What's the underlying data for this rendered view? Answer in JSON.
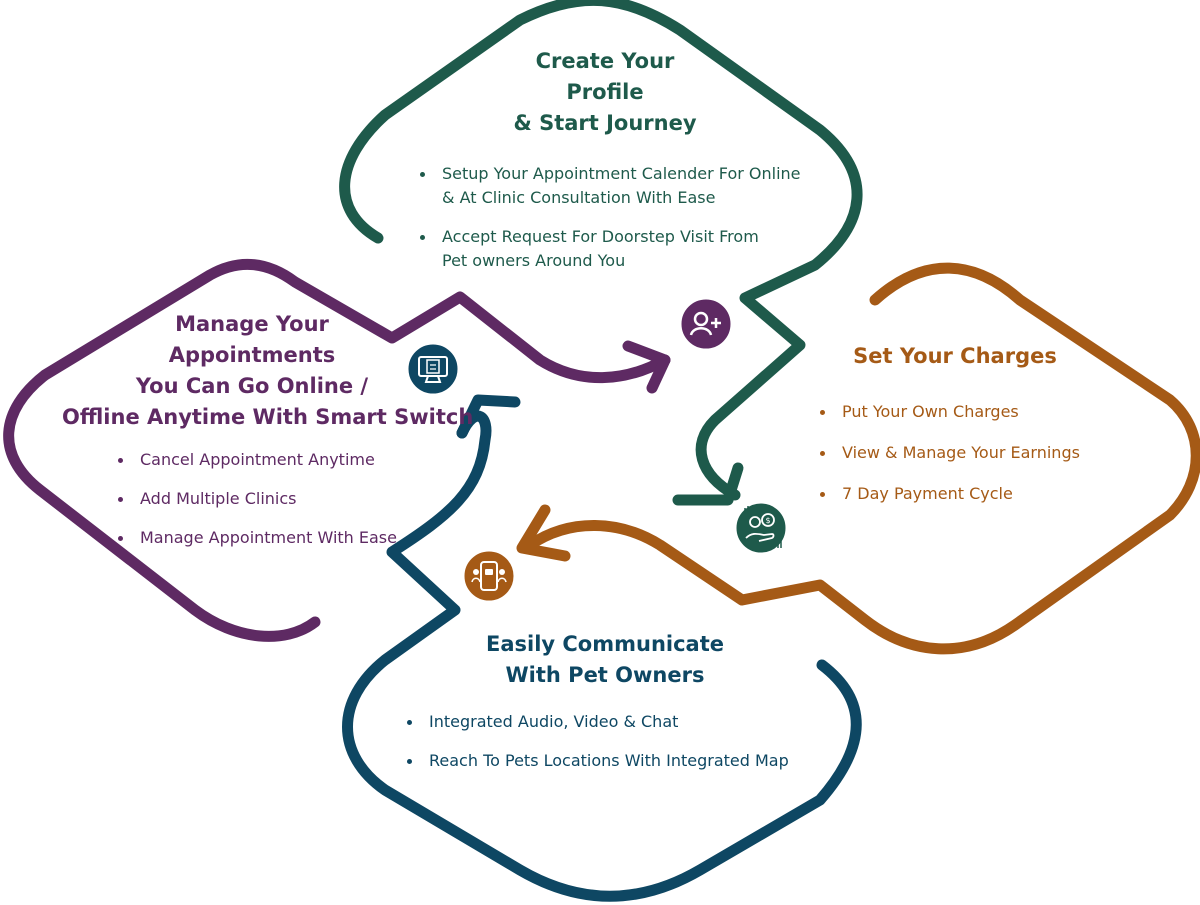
{
  "colors": {
    "green": "#1e5a4b",
    "purple": "#5e2a63",
    "orange": "#a55a16",
    "blue": "#0e4763"
  },
  "profile": {
    "title_lines": [
      "Create Your",
      "Profile",
      "& Start Journey"
    ],
    "bullets": [
      [
        "Setup Your Appointment Calender For Online",
        "& At Clinic Consultation With Ease"
      ],
      [
        "Accept Request For Doorstep Visit From",
        "Pet owners Around You"
      ]
    ],
    "icon": "add-user-icon"
  },
  "appointments": {
    "title_lines": [
      "Manage Your",
      "Appointments",
      "You Can Go Online /",
      "Offline Anytime With Smart Switch"
    ],
    "bullets": [
      "Cancel Appointment Anytime",
      "Add Multiple Clinics",
      "Manage Appointment With Ease"
    ],
    "icon": "monitor-checklist-icon"
  },
  "charges": {
    "title": "Set Your Charges",
    "bullets": [
      "Put Your Own Charges",
      "View & Manage Your Earnings",
      "7 Day Payment Cycle"
    ],
    "icon": "hand-coins-icon"
  },
  "communicate": {
    "title_lines": [
      "Easily Communicate",
      "With Pet Owners"
    ],
    "bullets": [
      "Integrated Audio, Video & Chat",
      "Reach To Pets Locations With Integrated Map"
    ],
    "icon": "phone-chat-icon"
  }
}
